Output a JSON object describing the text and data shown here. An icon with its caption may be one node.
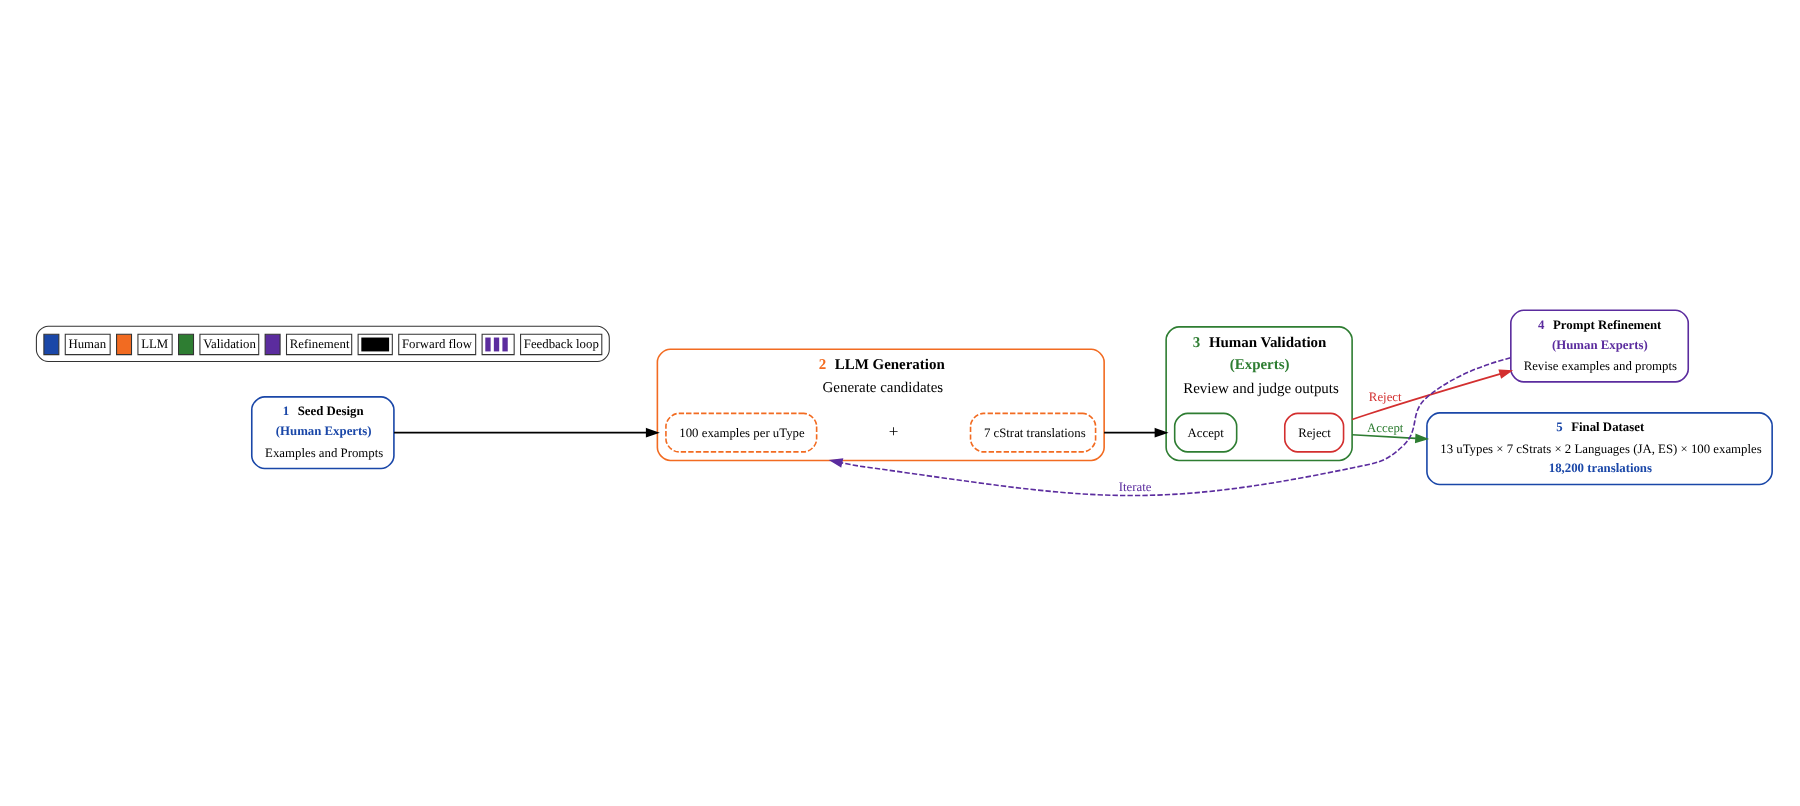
{
  "diagram": {
    "nodes": [
      {
        "text": [
          "1",
          "Seed Design",
          "(Human Experts)",
          "Examples and Prompts"
        ]
      },
      {
        "text": [
          "2",
          "LLM Generation",
          "Generate candidates"
        ]
      },
      {
        "text": [
          "100 examples per uType"
        ],
        "in": 1
      },
      {
        "text": [
          "7 cStrat translations"
        ],
        "in": 1
      },
      {
        "text": [
          "3",
          "Human Validation",
          "(Experts)",
          "Review and judge outputs"
        ]
      },
      {
        "text": [
          "Accept"
        ],
        "in": 4
      },
      {
        "text": [
          "Reject"
        ],
        "in": 4
      },
      {
        "text": [
          "4",
          "Prompt Refinement",
          "(Human Experts)",
          "Revise examples and prompts"
        ]
      },
      {
        "text": [
          "5",
          "Final Dataset",
          "13 uTypes × 7 cStrats × 2 Languages (JA, ES) × 100 examples",
          "18,200 translations"
        ]
      }
    ],
    "edges": [
      {
        "from": 0,
        "to": 1,
        "arrow": "to"
      },
      {
        "from": 1,
        "to": 4,
        "arrow": "to"
      },
      {
        "from": 4,
        "to": 8,
        "arrow": "to",
        "label": "Accept",
        "color": "#2e7d32"
      },
      {
        "from": 4,
        "to": 7,
        "arrow": "to",
        "label": "Reject",
        "color": "#d32f2f"
      },
      {
        "from": 7,
        "to": 1,
        "arrow": "to",
        "label": "Iterate",
        "style": "dashed",
        "color": "#5b2c9e"
      }
    ],
    "labels": [
      "+"
    ],
    "legend": [
      {
        "text": "Human",
        "color": "#1a47a8"
      },
      {
        "text": "LLM",
        "color": "#f26b21"
      },
      {
        "text": "Validation",
        "color": "#2e7d32"
      },
      {
        "text": "Refinement",
        "color": "#5b2c9e"
      },
      {
        "text": "Forward flow"
      },
      {
        "text": "Feedback loop"
      }
    ]
  }
}
